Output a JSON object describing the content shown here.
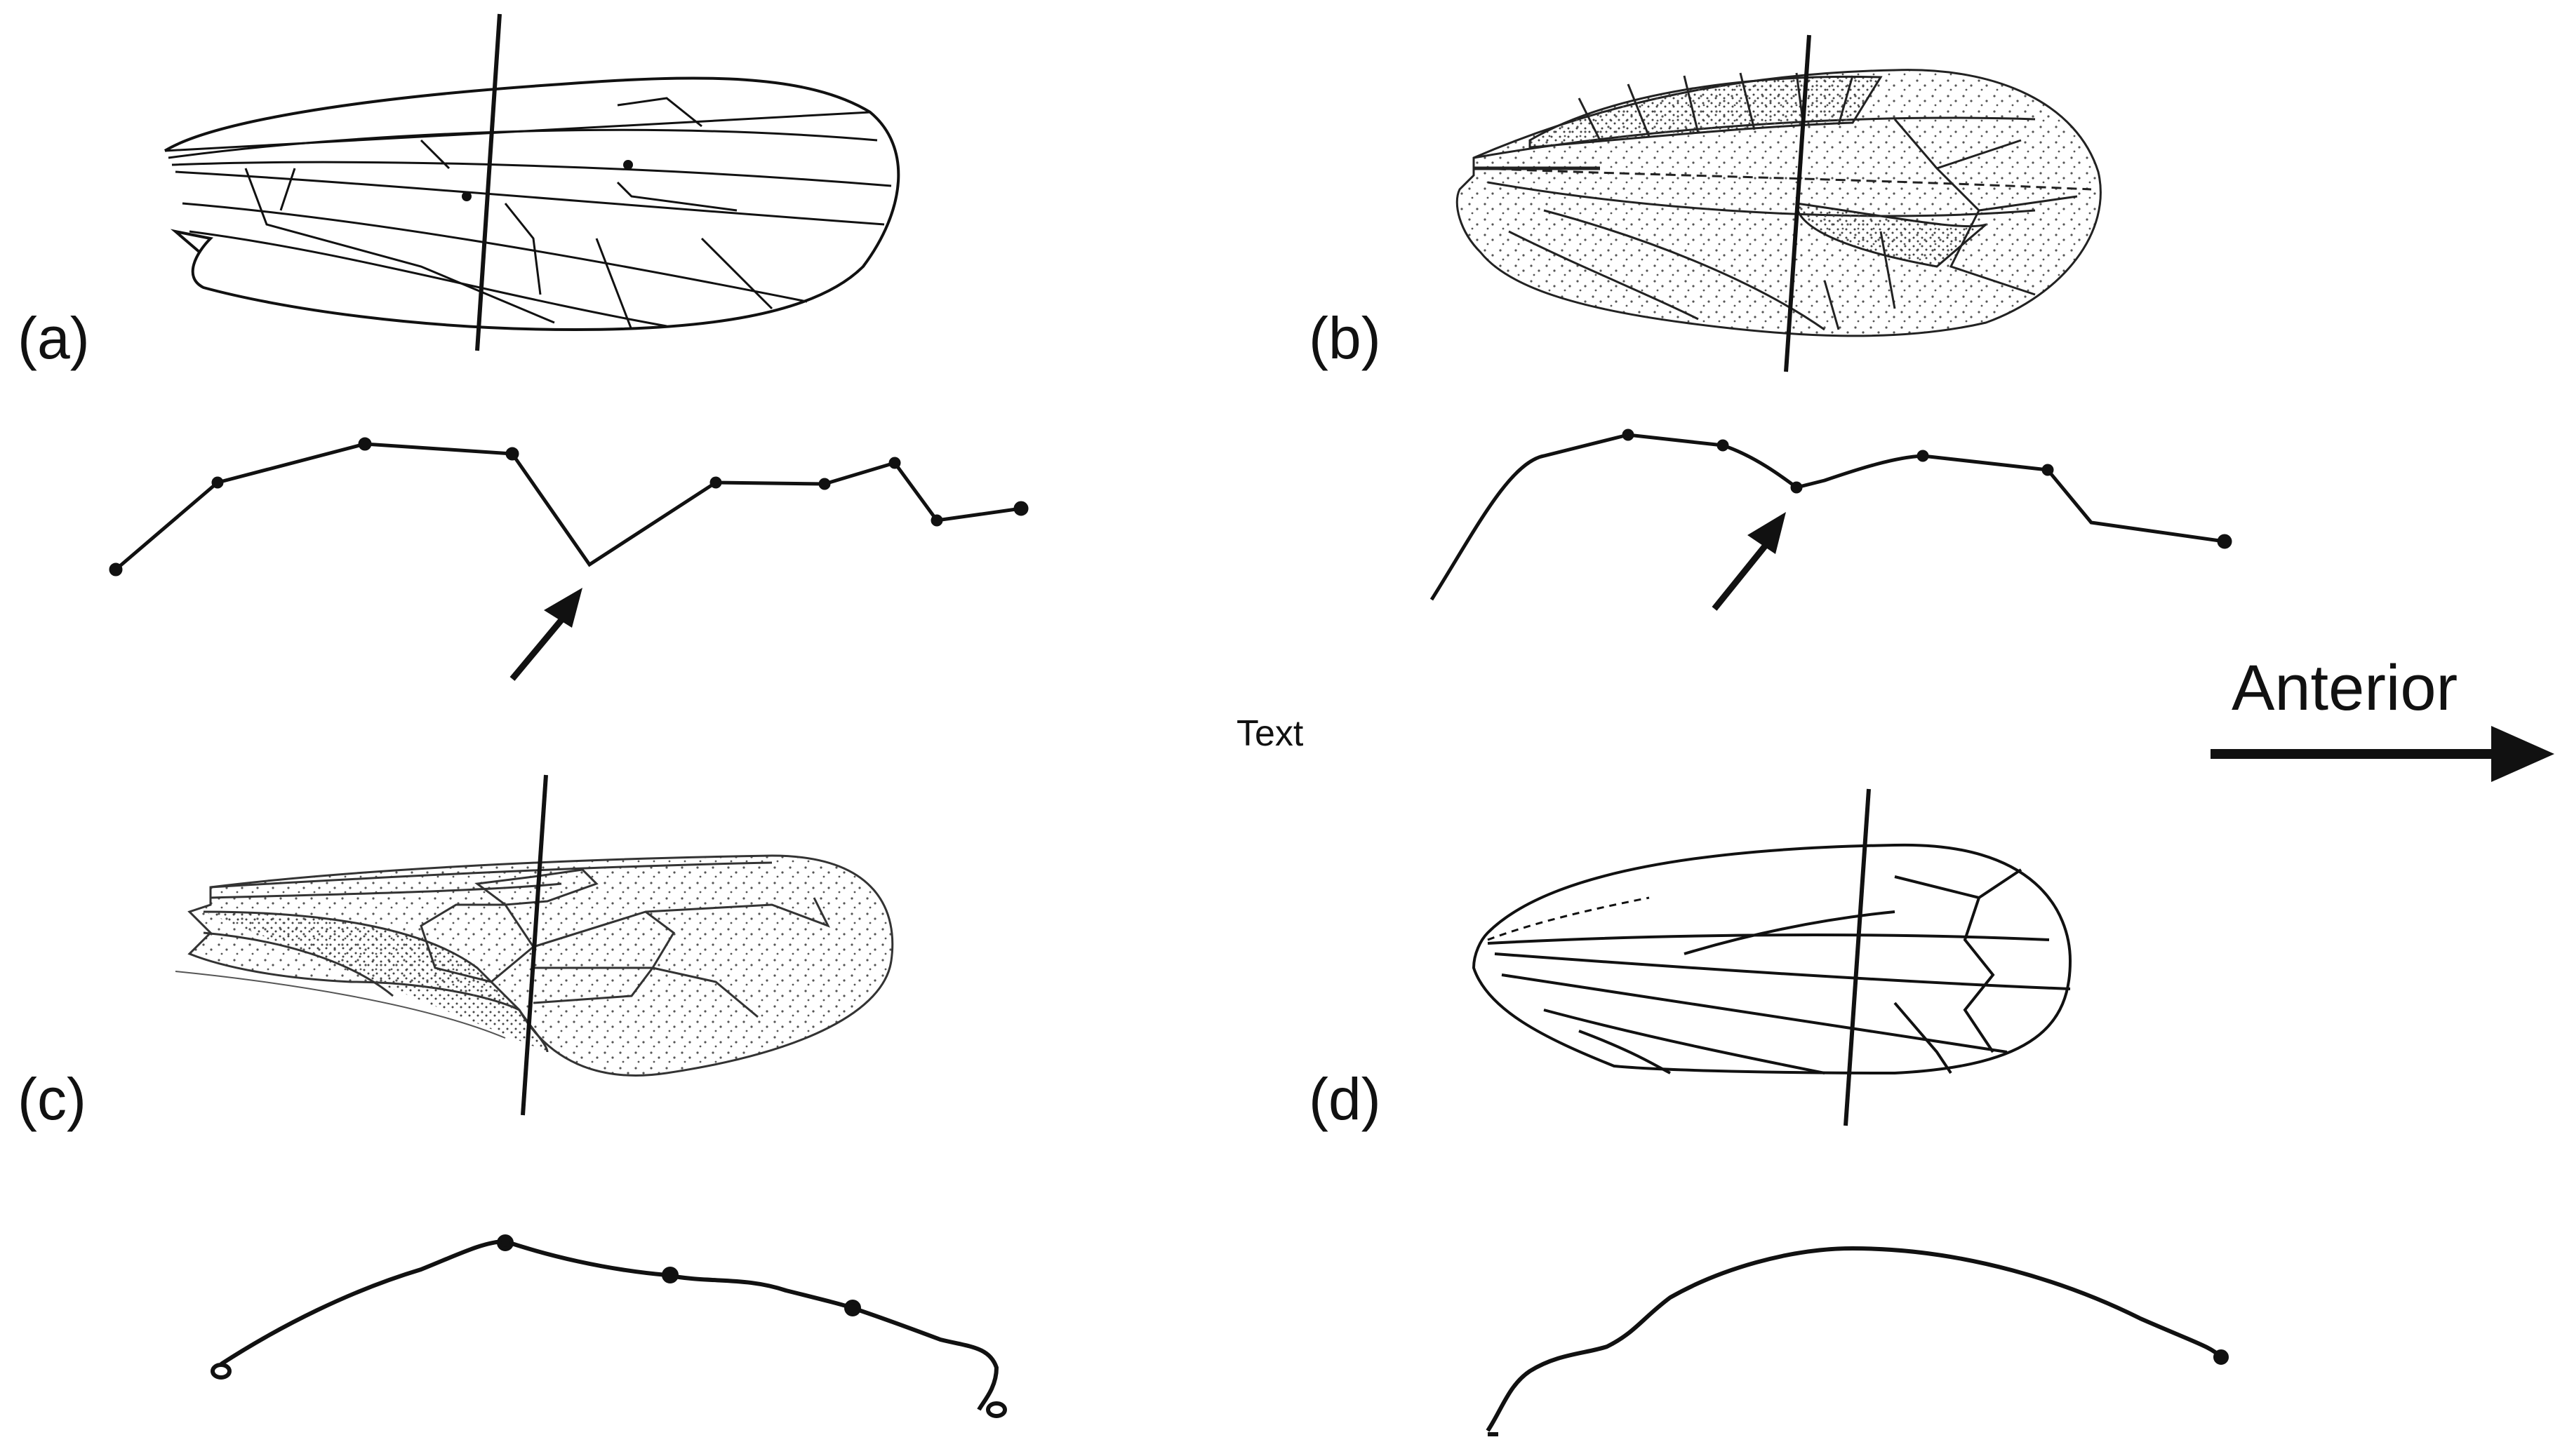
{
  "figure": {
    "panels": [
      {
        "id": "a",
        "label": "(a)",
        "wing_style": "plain",
        "profile_arrow": true
      },
      {
        "id": "b",
        "label": "(b)",
        "wing_style": "stippled",
        "profile_arrow": true
      },
      {
        "id": "c",
        "label": "(c)",
        "wing_style": "stippled",
        "profile_arrow": false
      },
      {
        "id": "d",
        "label": "(d)",
        "wing_style": "plain",
        "profile_arrow": false
      }
    ],
    "stray_text": "Text",
    "direction_label": "Anterior",
    "direction_arrow": "right"
  },
  "colors": {
    "ink": "#111111",
    "background": "#ffffff",
    "stipple": "#555555"
  }
}
